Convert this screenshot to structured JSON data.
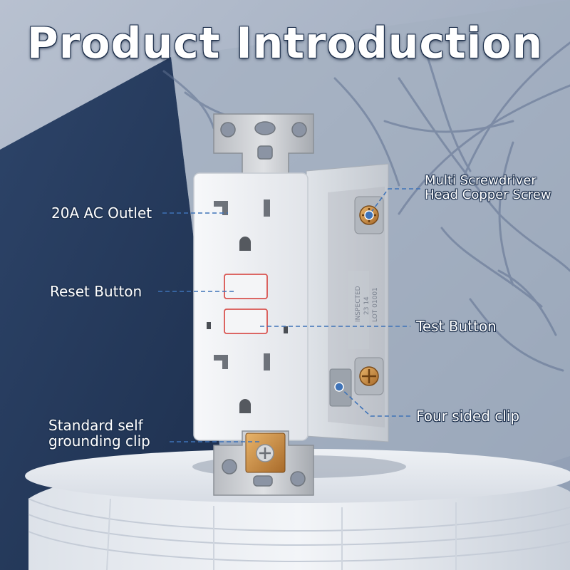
{
  "title": "Product Introduction",
  "labels": {
    "outlet": "20A AC Outlet",
    "reset": "Reset Button",
    "grounding_line1": "Standard self",
    "grounding_line2": "grounding clip",
    "screw_line1": "Multi Screwdriver",
    "screw_line2": "Head Copper Screw",
    "test": "Test Button",
    "clip": "Four sided clip"
  },
  "device_markings": {
    "line1": "INSPECTED",
    "line2": "23 14",
    "line3": "LOT 01001"
  },
  "colors": {
    "background_dark": "#24385a",
    "background_light": "#a9b4c6",
    "pointer_dot": "#3e73b8",
    "button_outline": "#d9534f"
  }
}
